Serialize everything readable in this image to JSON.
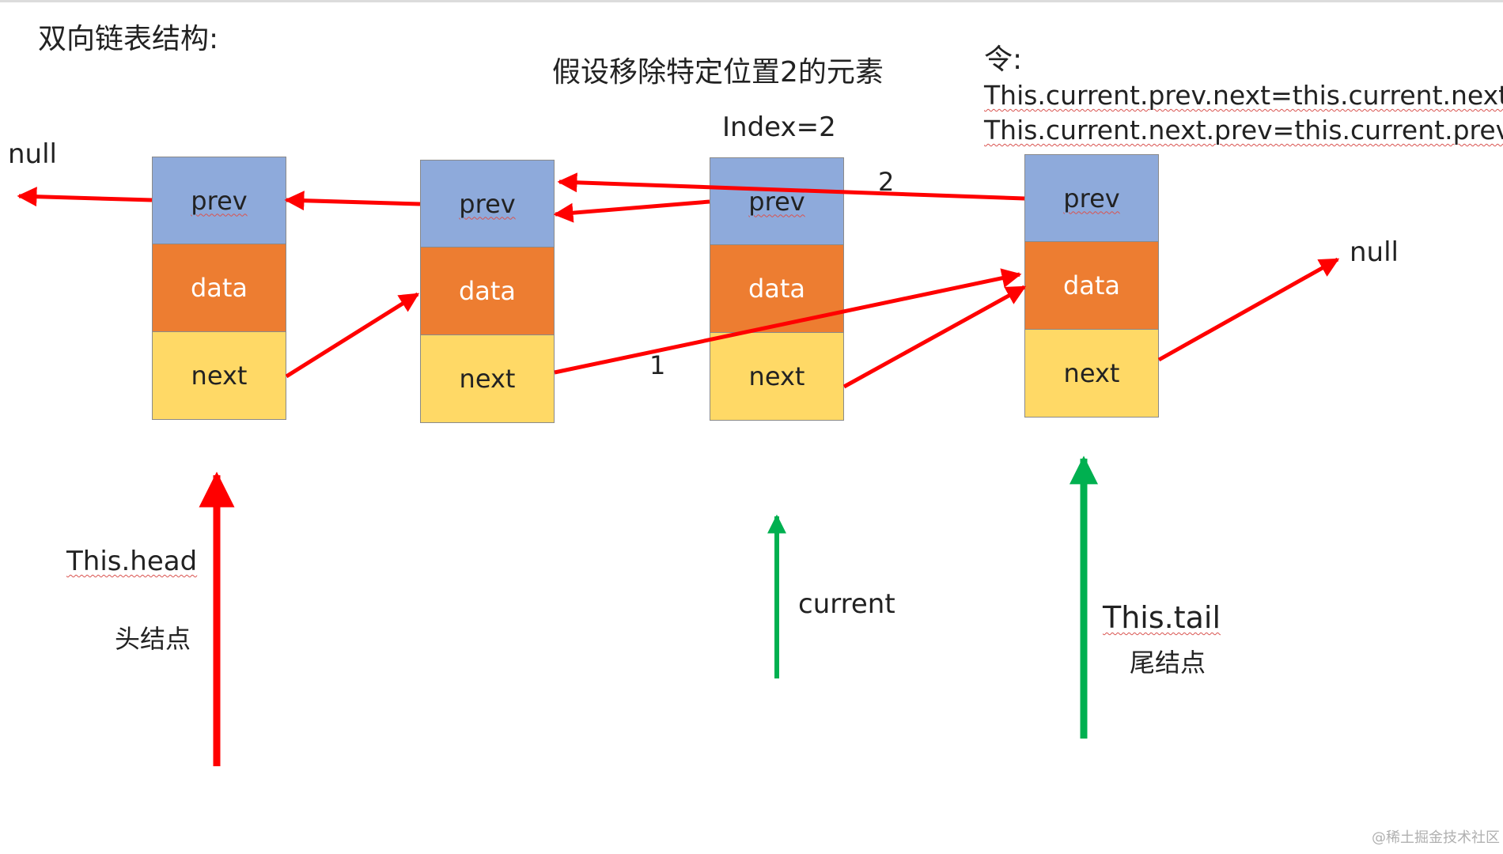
{
  "heading": "双向链表结构:",
  "subtitle": "假设移除特定位置2的元素",
  "index_label": "Index=2",
  "instruction": {
    "title": "令:",
    "line1": "This.current.prev.next=this.current.next",
    "line2": "This.current.next.prev=this.current.prev"
  },
  "null_left": "null",
  "null_right": "null",
  "nodes": [
    {
      "prev": "prev",
      "data": "data",
      "next": "next"
    },
    {
      "prev": "prev",
      "data": "data",
      "next": "next"
    },
    {
      "prev": "prev",
      "data": "data",
      "next": "next"
    },
    {
      "prev": "prev",
      "data": "data",
      "next": "next"
    }
  ],
  "step_labels": {
    "one": "1",
    "two": "2"
  },
  "pointers": {
    "head": {
      "label": "This.head",
      "sublabel": "头结点",
      "color": "#ff0000"
    },
    "current": {
      "label": "current",
      "color": "#00b050"
    },
    "tail": {
      "label": "This.tail",
      "sublabel": "尾结点",
      "color": "#00b050"
    }
  },
  "link_color": "#ff0000",
  "watermark": "@稀土掘金技术社区"
}
